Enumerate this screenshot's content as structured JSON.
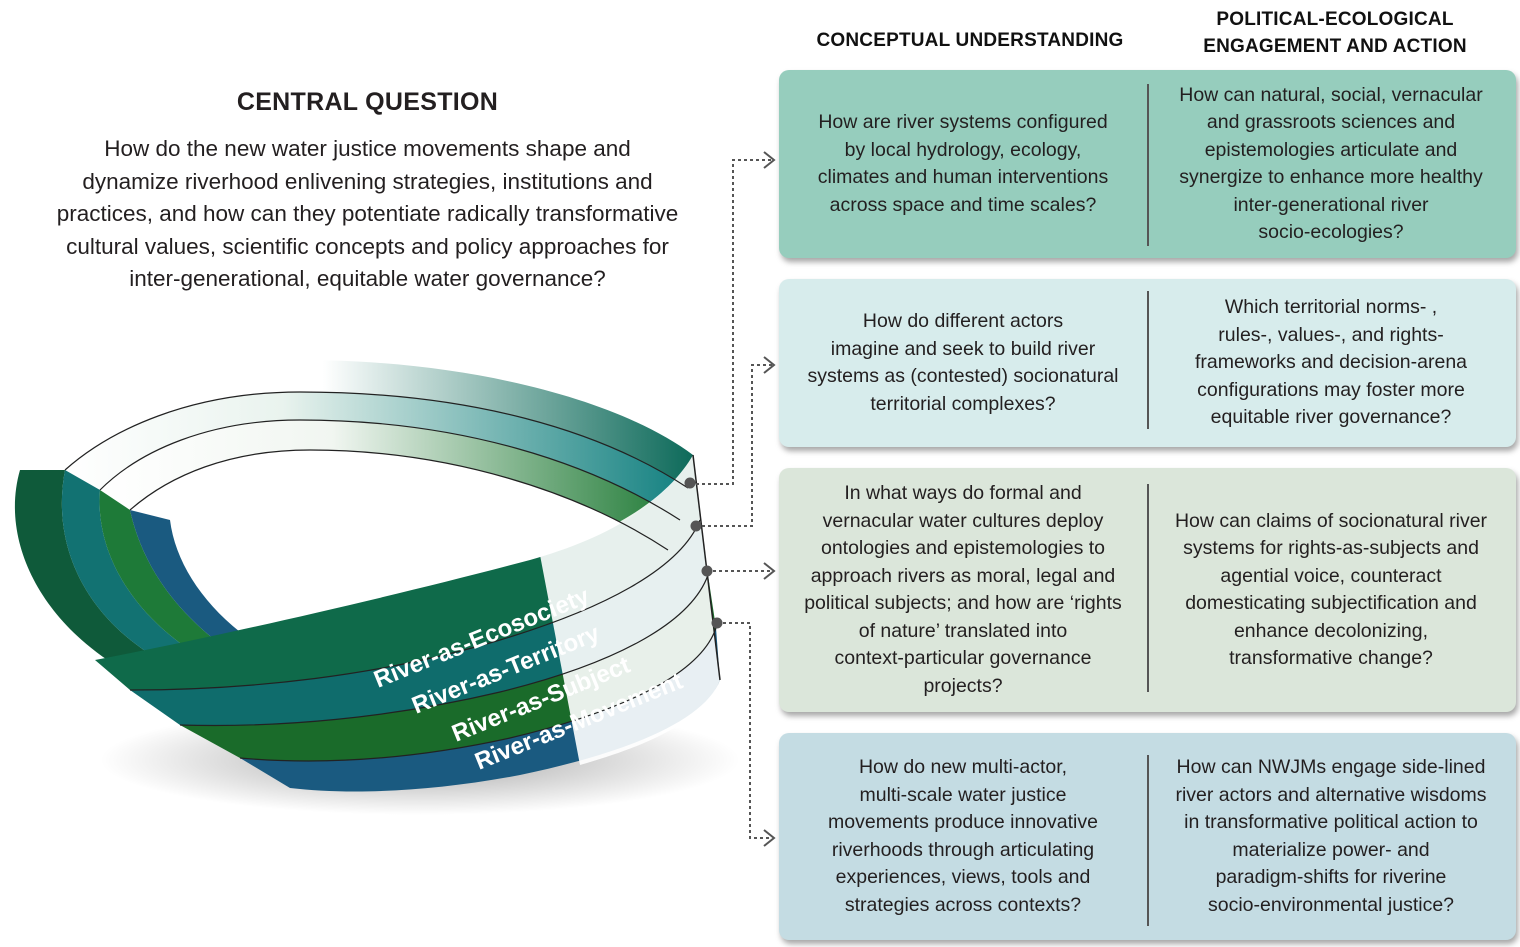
{
  "headers": {
    "conceptual": "CONCEPTUAL UNDERSTANDING",
    "political_line1": "POLITICAL-ECOLOGICAL",
    "political_line2": "ENGAGEMENT AND ACTION"
  },
  "central": {
    "title": "CENTRAL QUESTION",
    "lines": [
      "How do the new water justice movements shape and",
      "dynamize riverhood enlivening strategies, institutions and",
      "practices, and how can they potentiate radically transformative",
      "cultural values, scientific concepts and policy approaches for",
      "inter-generational, equitable water governance?"
    ]
  },
  "band_labels": {
    "ecosociety": "River-as-Ecosociety",
    "territory": "River-as-Territory",
    "subject": "River-as-Subject",
    "movement": "River-as-Movement"
  },
  "band_colors": {
    "dark_green": "#0f5a3a",
    "teal": "#0f6c6c",
    "green": "#1a6b2a",
    "blue": "#1a5a80"
  },
  "rows": [
    {
      "color": "#96cdbd",
      "left": [
        "How are river systems configured",
        "by local hydrology, ecology,",
        "climates and human interventions",
        "across space and time scales?"
      ],
      "right": [
        "How can natural, social, vernacular",
        "and grassroots sciences and",
        "epistemologies articulate and",
        "synergize to enhance more healthy",
        "inter-generational river",
        "socio-ecologies?"
      ]
    },
    {
      "color": "#d7ecec",
      "left": [
        "How do different actors",
        "imagine and seek to build river",
        "systems as (contested) socionatural",
        "territorial complexes?"
      ],
      "right": [
        "Which territorial norms- ,",
        "rules-, values-, and rights-",
        "frameworks and decision-arena",
        "configurations may foster more",
        "equitable river governance?"
      ]
    },
    {
      "color": "#dbe6da",
      "left": [
        "In what ways do formal and",
        "vernacular water cultures deploy",
        "ontologies and epistemologies to",
        "approach rivers as moral, legal and",
        "political subjects; and how are ‘rights",
        "of nature’ translated into",
        "context-particular governance",
        "projects?"
      ],
      "right": [
        "How can claims of socionatural river",
        "systems for rights-as-subjects and",
        "agential voice, counteract",
        "domesticating subjectification and",
        "enhance decolonizing,",
        "transformative change?"
      ]
    },
    {
      "color": "#c4dce3",
      "left": [
        "How do new multi-actor,",
        "multi-scale water justice",
        "movements produce innovative",
        "riverhoods through articulating",
        "experiences, views, tools and",
        "strategies across contexts?"
      ],
      "right": [
        "How can NWJMs engage side-lined",
        "river actors and alternative wisdoms",
        "in transformative political action to",
        "materialize power- and",
        "paradigm-shifts for riverine",
        "socio-environmental justice?"
      ]
    }
  ]
}
